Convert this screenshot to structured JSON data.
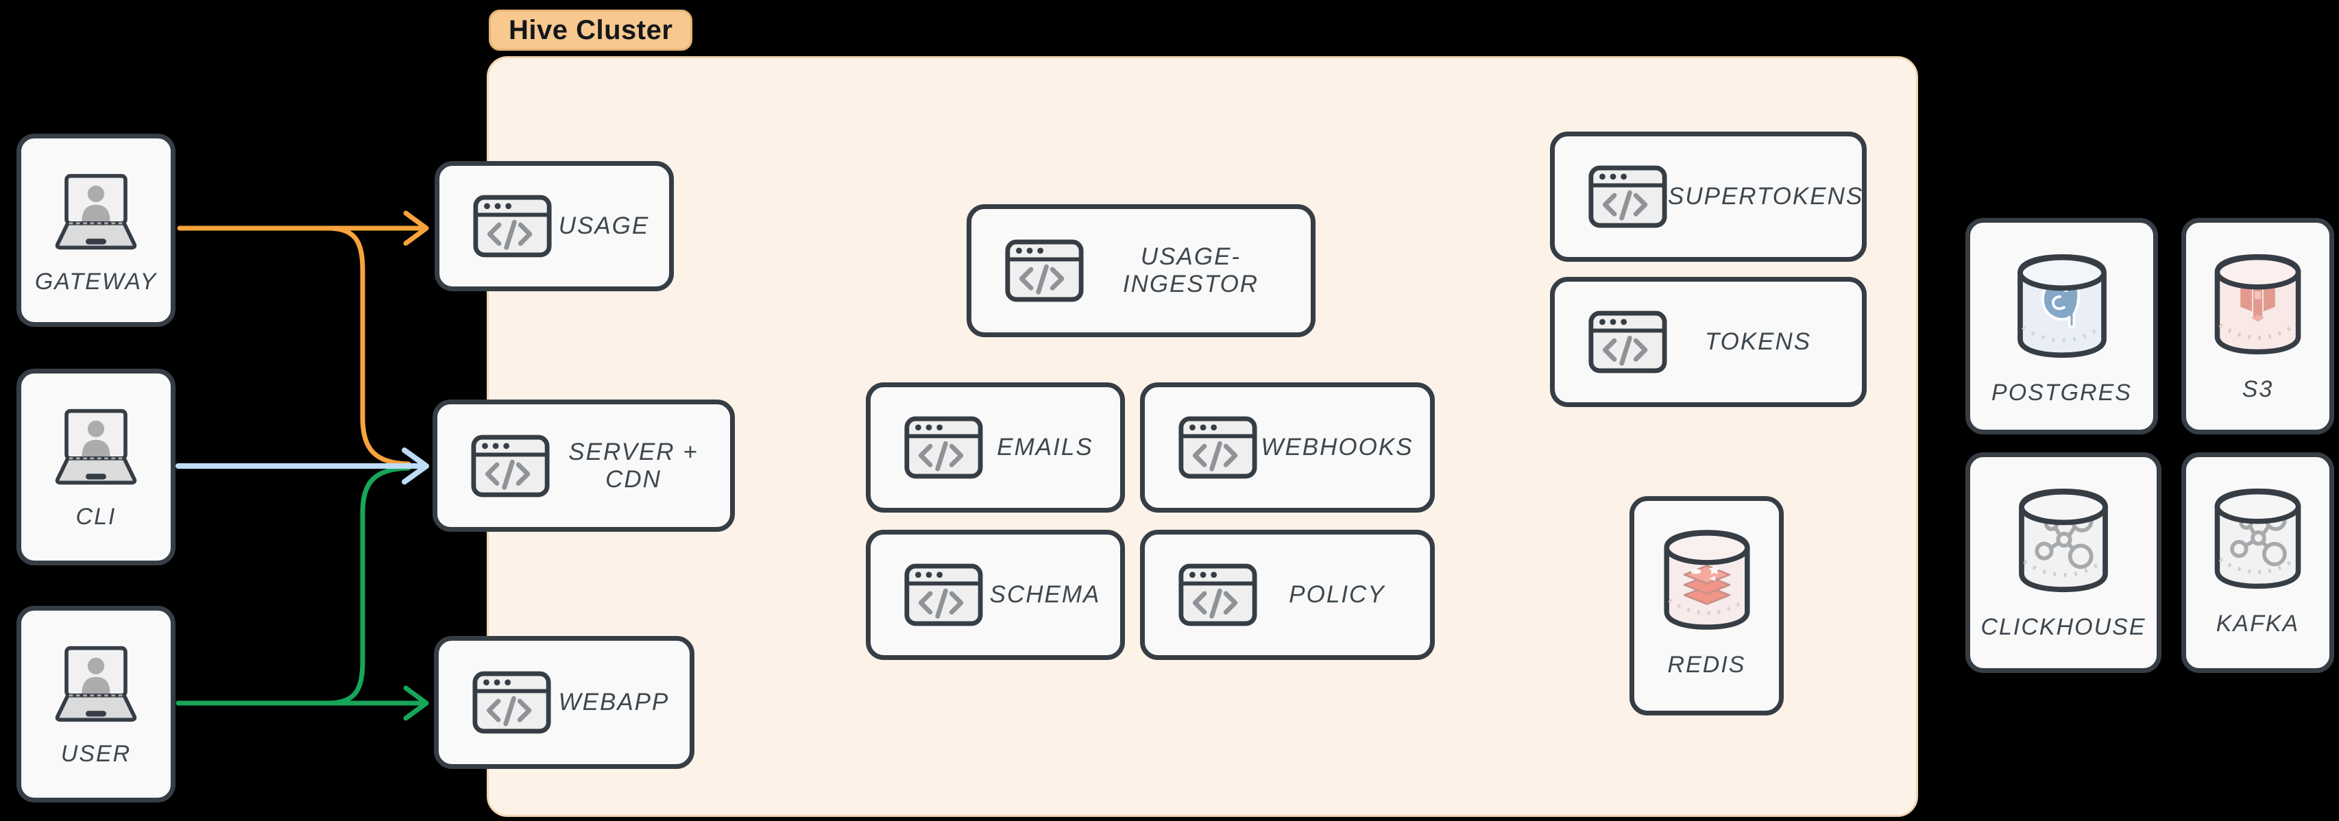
{
  "diagram": {
    "cluster_label": "Hive Cluster",
    "clients": {
      "gateway": {
        "label": "GATEWAY"
      },
      "cli": {
        "label": "CLI"
      },
      "user": {
        "label": "USER"
      }
    },
    "services": {
      "usage": {
        "label": "USAGE"
      },
      "server_cdn": {
        "label": "SERVER + CDN"
      },
      "webapp": {
        "label": "WEBAPP"
      },
      "usage_ingestor": {
        "label": "USAGE-INGESTOR"
      },
      "emails": {
        "label": "EMAILS"
      },
      "webhooks": {
        "label": "WEBHOOKS"
      },
      "schema": {
        "label": "SCHEMA"
      },
      "policy": {
        "label": "POLICY"
      },
      "supertokens": {
        "label": "SUPERTOKENS"
      },
      "tokens": {
        "label": "TOKENS"
      },
      "redis": {
        "label": "REDIS"
      }
    },
    "datastores": {
      "postgres": {
        "label": "POSTGRES"
      },
      "s3": {
        "label": "S3"
      },
      "clickhouse": {
        "label": "CLICKHOUSE"
      },
      "kafka": {
        "label": "KAFKA"
      }
    },
    "edges": [
      {
        "from": "GATEWAY",
        "to": "USAGE",
        "color": "#F8A33C"
      },
      {
        "from": "GATEWAY",
        "to": "SERVER + CDN",
        "color": "#F8A33C"
      },
      {
        "from": "CLI",
        "to": "SERVER + CDN",
        "color": "#BEDCF6"
      },
      {
        "from": "USER",
        "to": "SERVER + CDN",
        "color": "#17A65A"
      },
      {
        "from": "USER",
        "to": "WEBAPP",
        "color": "#17A65A"
      }
    ],
    "colors": {
      "gateway_arrow": "#F8A33C",
      "cli_arrow": "#BEDCF6",
      "user_arrow": "#17A65A",
      "cluster_bg": "#FCF2E8",
      "cluster_badge_bg": "#F7C98F",
      "node_border": "#363D45",
      "node_bg": "#F8F9F8"
    }
  }
}
